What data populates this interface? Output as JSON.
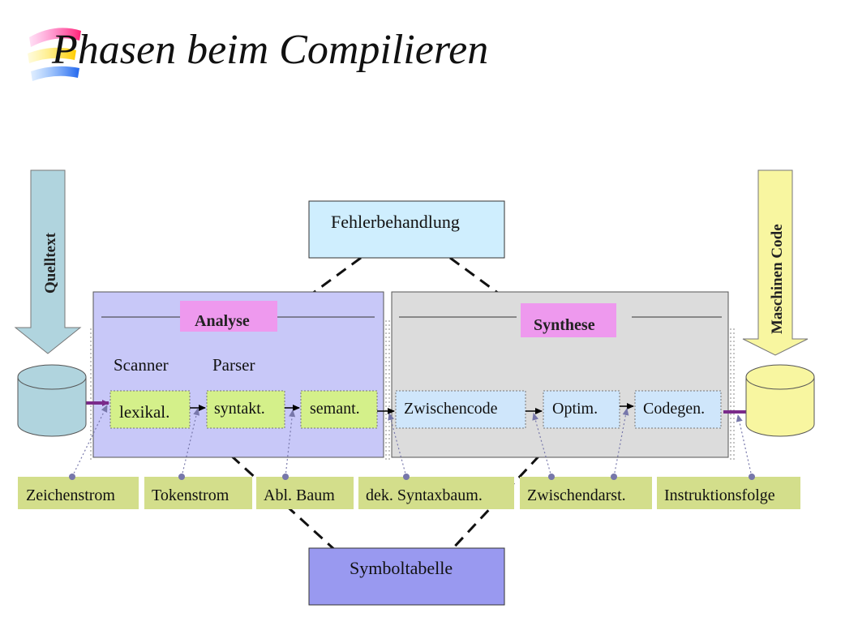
{
  "title": "Phasen beim Compilieren",
  "diagram": {
    "input_arrow": "Quelltext",
    "output_arrow": "Maschinen Code",
    "error_box": "Fehlerbehandlung",
    "symbol_box": "Symboltabelle",
    "analysis_label": "Analyse",
    "synthesis_label": "Synthese",
    "role_scanner": "Scanner",
    "role_parser": "Parser",
    "phases": [
      "lexikal.",
      "syntakt.",
      "semant.",
      "Zwischencode",
      "Optim.",
      "Codegen."
    ],
    "representations": [
      "Zeichenstrom",
      "Tokenstrom",
      "Abl. Baum",
      "dek. Syntaxbaum.",
      "Zwischendarst.",
      "Instruktionsfolge"
    ]
  },
  "colors": {
    "analysis_panel": "#c8c8f8",
    "synthesis_panel": "#dcdcdc",
    "phase_box_analysis": "#d4f08a",
    "phase_box_synthesis": "#cfe6fb",
    "section_label": "#ee99ee",
    "error_box": "#cfeefe",
    "symbol_box": "#9999f0",
    "representation_box": "#d3de8b",
    "input_cylinder": "#b0d4de",
    "output_cylinder": "#f8f6a0",
    "connector": "#7a2a8a"
  }
}
